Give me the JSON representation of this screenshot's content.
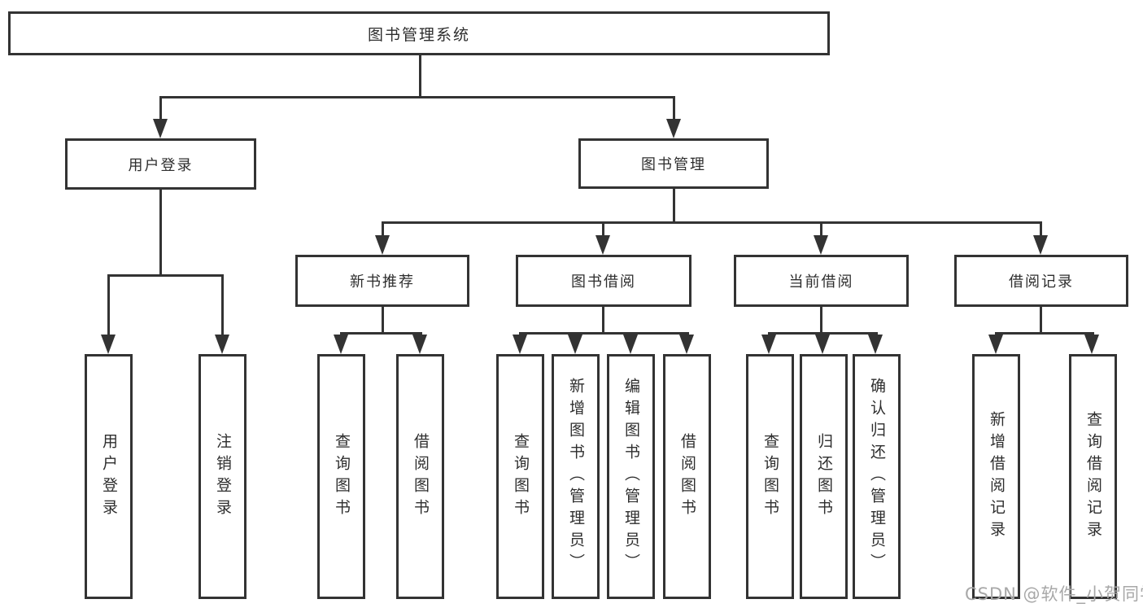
{
  "diagram": {
    "type": "hierarchy-tree",
    "root": {
      "label": "图书管理系统"
    },
    "level2": [
      {
        "label": "用户登录"
      },
      {
        "label": "图书管理"
      }
    ],
    "level3": [
      {
        "label": "新书推荐"
      },
      {
        "label": "图书借阅"
      },
      {
        "label": "当前借阅"
      },
      {
        "label": "借阅记录"
      }
    ],
    "leaves": {
      "user_login_group": [
        {
          "label": "用户登录"
        },
        {
          "label": "注销登录"
        }
      ],
      "new_book_group": [
        {
          "label": "查询图书"
        },
        {
          "label": "借阅图书"
        }
      ],
      "book_borrow_group": [
        {
          "label": "查询图书"
        },
        {
          "label": "新增图书（管理员）"
        },
        {
          "label": "编辑图书（管理员）"
        },
        {
          "label": "借阅图书"
        }
      ],
      "current_borrow_group": [
        {
          "label": "查询图书"
        },
        {
          "label": "归还图书"
        },
        {
          "label": "确认归还（管理员）"
        }
      ],
      "borrow_record_group": [
        {
          "label": "新增借阅记录"
        },
        {
          "label": "查询借阅记录"
        }
      ]
    }
  },
  "watermark": "CSDN @软件_小贺同学",
  "colors": {
    "line": "#333333",
    "background": "#ffffff",
    "watermark": "#a8a8a8"
  }
}
